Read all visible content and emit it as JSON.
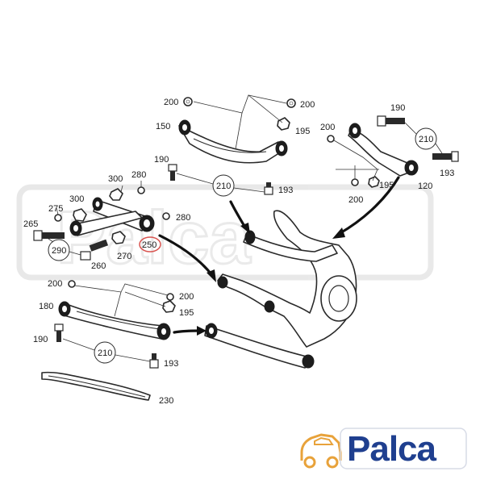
{
  "labels": {
    "l200a": "200",
    "l200b": "200",
    "l150": "150",
    "l195a": "195",
    "l190a": "190",
    "l210a": "210",
    "l193a": "193",
    "l200c": "200",
    "l190b": "190",
    "l210b": "210",
    "l193b": "193",
    "l200d": "200",
    "l120": "120",
    "l300a": "300",
    "l280a": "280",
    "l275": "275",
    "l300b": "300",
    "l280b": "280",
    "l265": "265",
    "l250": "250",
    "l290": "290",
    "l270": "270",
    "l260": "260",
    "l200e": "200",
    "l200f": "200",
    "l180": "180",
    "l195b": "195",
    "l190c": "190",
    "l210c": "210",
    "l193c": "193",
    "l230": "230",
    "l195c": "195"
  },
  "watermark": "Palca",
  "brand": {
    "name": "Palca",
    "color": "#1f3f8f",
    "accent": "#e8a23a",
    "icon": "car-outline-icon"
  },
  "highlight": {
    "label": "250",
    "color": "#d9534f"
  }
}
